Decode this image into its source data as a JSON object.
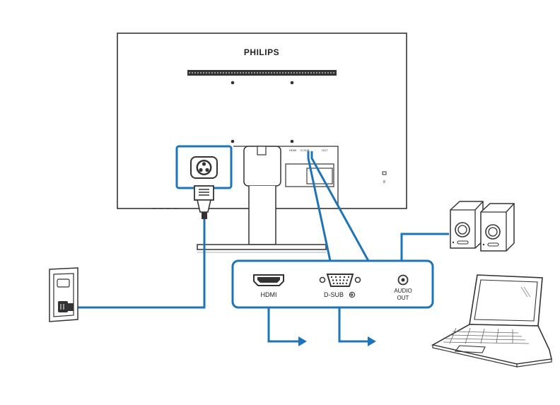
{
  "monitor": {
    "brand": "PHILIPS"
  },
  "io_panel": {
    "ports": [
      {
        "label": "HDMI",
        "icon": "hdmi-port-icon"
      },
      {
        "label": "D-SUB",
        "icon": "vga-port-icon"
      },
      {
        "label_line1": "AUDIO",
        "label_line2": "OUT",
        "icon": "audio-jack-icon"
      }
    ]
  },
  "colors": {
    "accent": "#1e74b8",
    "line": "#333333"
  },
  "icons": [
    "power-socket-icon",
    "power-plug-icon",
    "wall-outlet-icon",
    "speakers-icon",
    "laptop-icon",
    "arrow-right-icon",
    "kensington-lock-icon"
  ]
}
